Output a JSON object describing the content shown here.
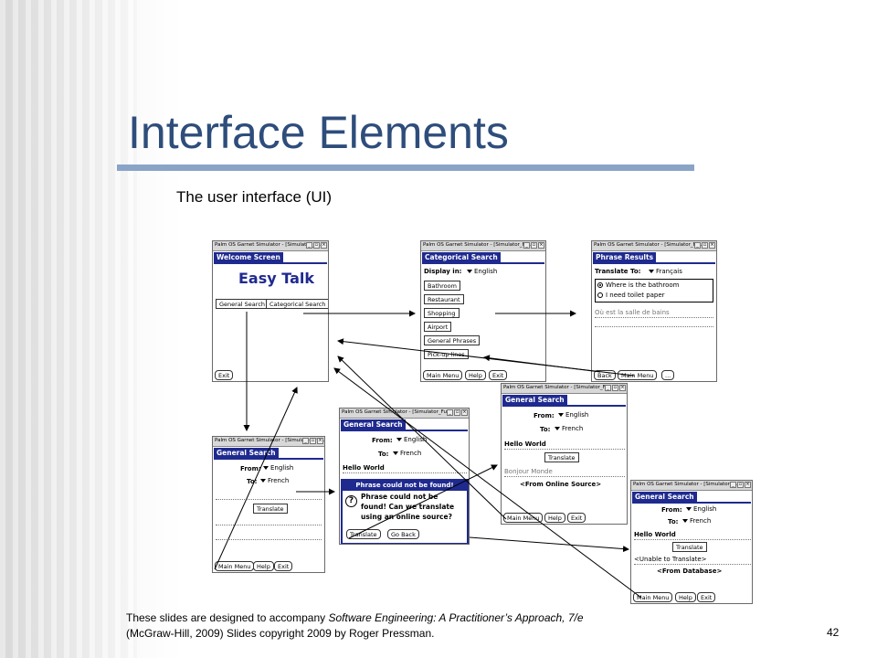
{
  "slide": {
    "title": "Interface Elements",
    "subtitle": "The user interface (UI)",
    "footer": {
      "pre": "These slides are designed to accompany ",
      "book": "Software Engineering:  A Practitioner’s Approach, 7/e",
      "line2": "(McGraw-Hill,  2009) Slides copyright 2009 by Roger Pressman."
    },
    "page_number": "42"
  },
  "colors": {
    "title": "#2e4d7b",
    "rule": "#8aa4c8",
    "palm_header": "#1f2a8f"
  },
  "screens": {
    "titlebar": "Palm OS Garnet Simulator - [Simulator_Fu...",
    "welcome": {
      "header": "Welcome Screen",
      "app_name": "Easy Talk",
      "general_search": "General Search",
      "categorical_search": "Categorical Search",
      "exit": "Exit"
    },
    "categorical": {
      "header": "Categorical Search",
      "display_in_label": "Display in:",
      "display_in_value": "English",
      "categories": [
        "Bathroom",
        "Restaurant",
        "Shopping",
        "Airport",
        "General Phrases",
        "Pick-up lines"
      ],
      "main_menu": "Main Menu",
      "help": "Help",
      "exit": "Exit"
    },
    "results": {
      "header": "Phrase Results",
      "translate_to_label": "Translate To:",
      "translate_to_value": "Français",
      "options": [
        "Where is the bathroom",
        "I need toilet paper"
      ],
      "translation": "Où est la salle de bains",
      "back": "Back",
      "main_menu": "Main Menu",
      "more": "..."
    },
    "general_search_1": {
      "header": "General Search",
      "from_label": "From:",
      "from_value": "English",
      "to_label": "To:",
      "to_value": "French",
      "translate": "Translate",
      "main_menu": "Main Menu",
      "help": "Help",
      "exit": "Exit"
    },
    "general_search_2": {
      "header": "General Search",
      "from_label": "From:",
      "from_value": "English",
      "to_label": "To:",
      "to_value": "French",
      "input": "Hello World",
      "dialog_title": "Phrase could not be found!",
      "dialog_text": [
        "Phrase could not be",
        "found! Can we translate",
        "using an online source?"
      ],
      "translate": "Translate",
      "go_back": "Go Back"
    },
    "general_search_3": {
      "header": "General Search",
      "from_label": "From:",
      "from_value": "English",
      "to_label": "To:",
      "to_value": "French",
      "input": "Hello World",
      "translate": "Translate",
      "result": "Bonjour Monde",
      "source": "<From Online Source>",
      "main_menu": "Main Menu",
      "help": "Help",
      "exit": "Exit"
    },
    "general_search_4": {
      "header": "General Search",
      "from_label": "From:",
      "from_value": "English",
      "to_label": "To:",
      "to_value": "French",
      "input": "Hello World",
      "translate": "Translate",
      "result": "<Unable to Translate>",
      "source": "<From Database>",
      "main_menu": "Main Menu",
      "help": "Help",
      "exit": "Exit"
    }
  }
}
